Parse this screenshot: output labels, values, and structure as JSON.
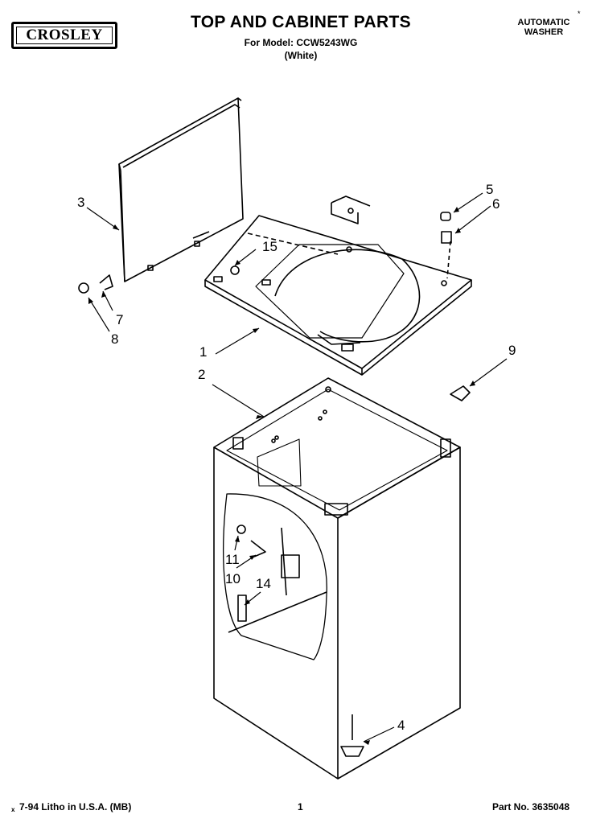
{
  "header": {
    "brand": "CROSLEY",
    "title": "TOP AND CABINET PARTS",
    "model_line": "For Model: CCW5243WG",
    "color_line": "(White)",
    "product_line1": "AUTOMATIC",
    "product_line2": "WASHER",
    "corner_mark": "*"
  },
  "callouts": [
    "1",
    "2",
    "3",
    "4",
    "5",
    "6",
    "7",
    "8",
    "9",
    "10",
    "11",
    "14",
    "15"
  ],
  "footer": {
    "left": "7-94 Litho in U.S.A. (MB)",
    "left_mark": "x",
    "page": "1",
    "part_no": "Part No. 3635048"
  }
}
